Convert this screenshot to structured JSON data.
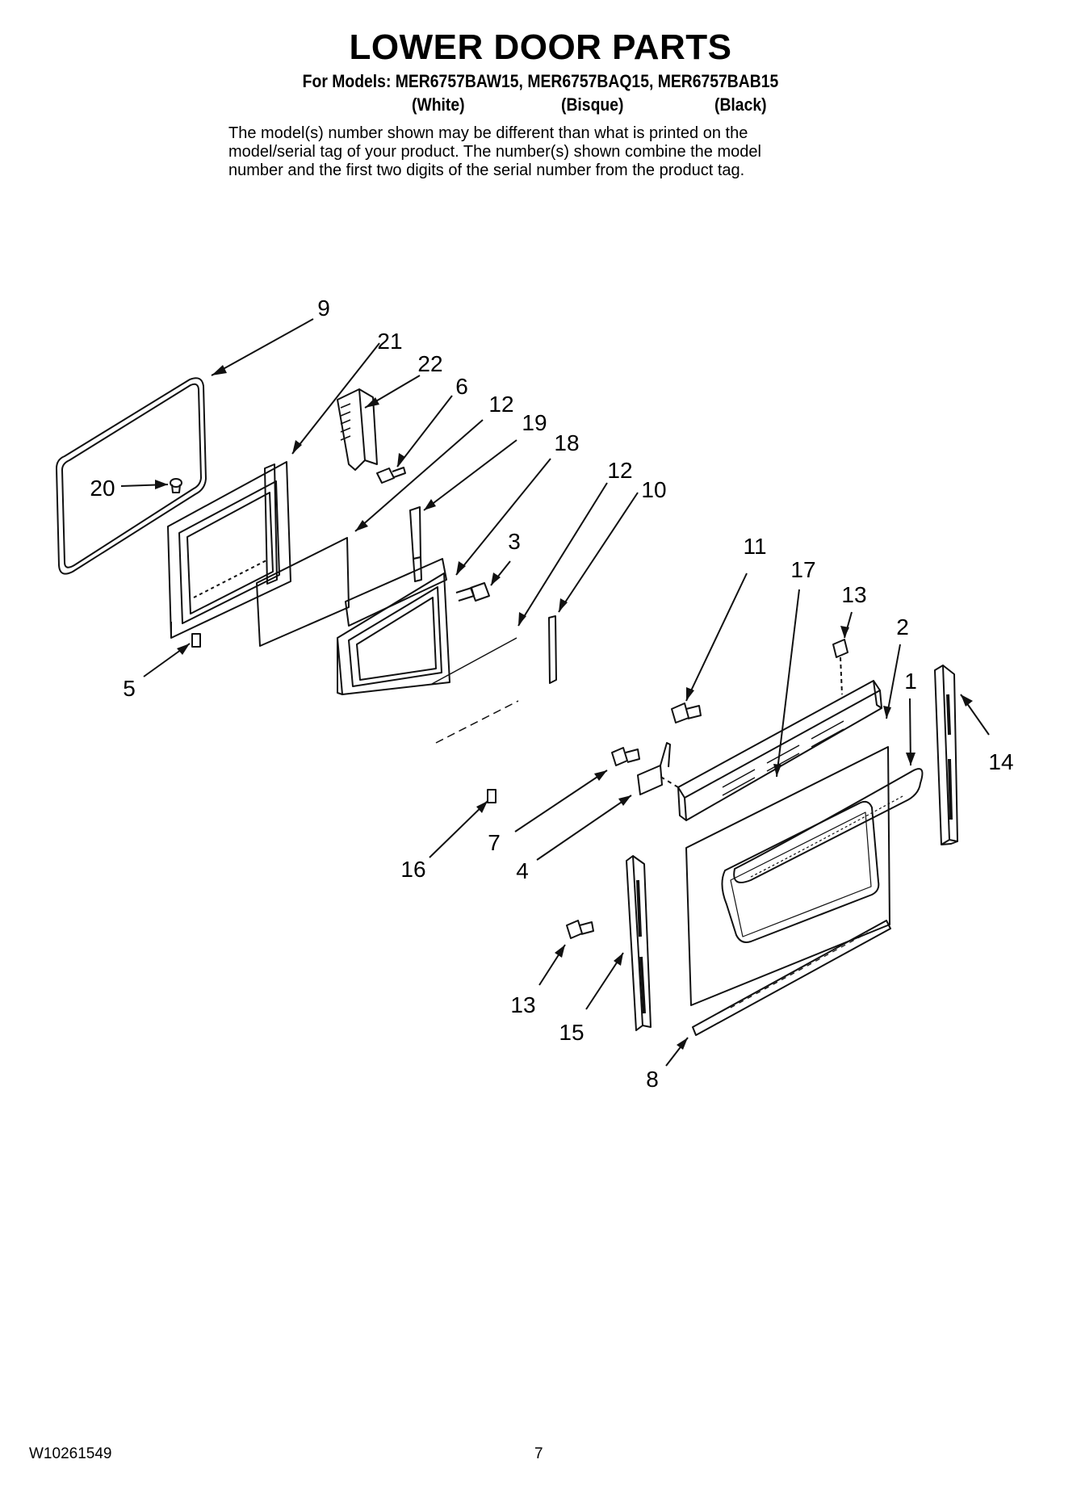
{
  "header": {
    "title": "LOWER DOOR PARTS",
    "models_line": "For Models: MER6757BAW15, MER6757BAQ15, MER6757BAB15",
    "colors": [
      "(White)",
      "(Bisque)",
      "(Black)"
    ],
    "disclaimer": [
      "The model(s) number shown may be different than what is printed on the",
      "model/serial tag of your product. The number(s) shown combine the model",
      "number and the first two digits of the serial number from the product tag."
    ]
  },
  "callouts": [
    "9",
    "21",
    "22",
    "6",
    "12",
    "19",
    "18",
    "20",
    "12",
    "10",
    "3",
    "11",
    "17",
    "13",
    "2",
    "1",
    "5",
    "14",
    "7",
    "16",
    "4",
    "13",
    "15",
    "8"
  ],
  "footer": {
    "doc_number": "W10261549",
    "page_number": "7"
  }
}
